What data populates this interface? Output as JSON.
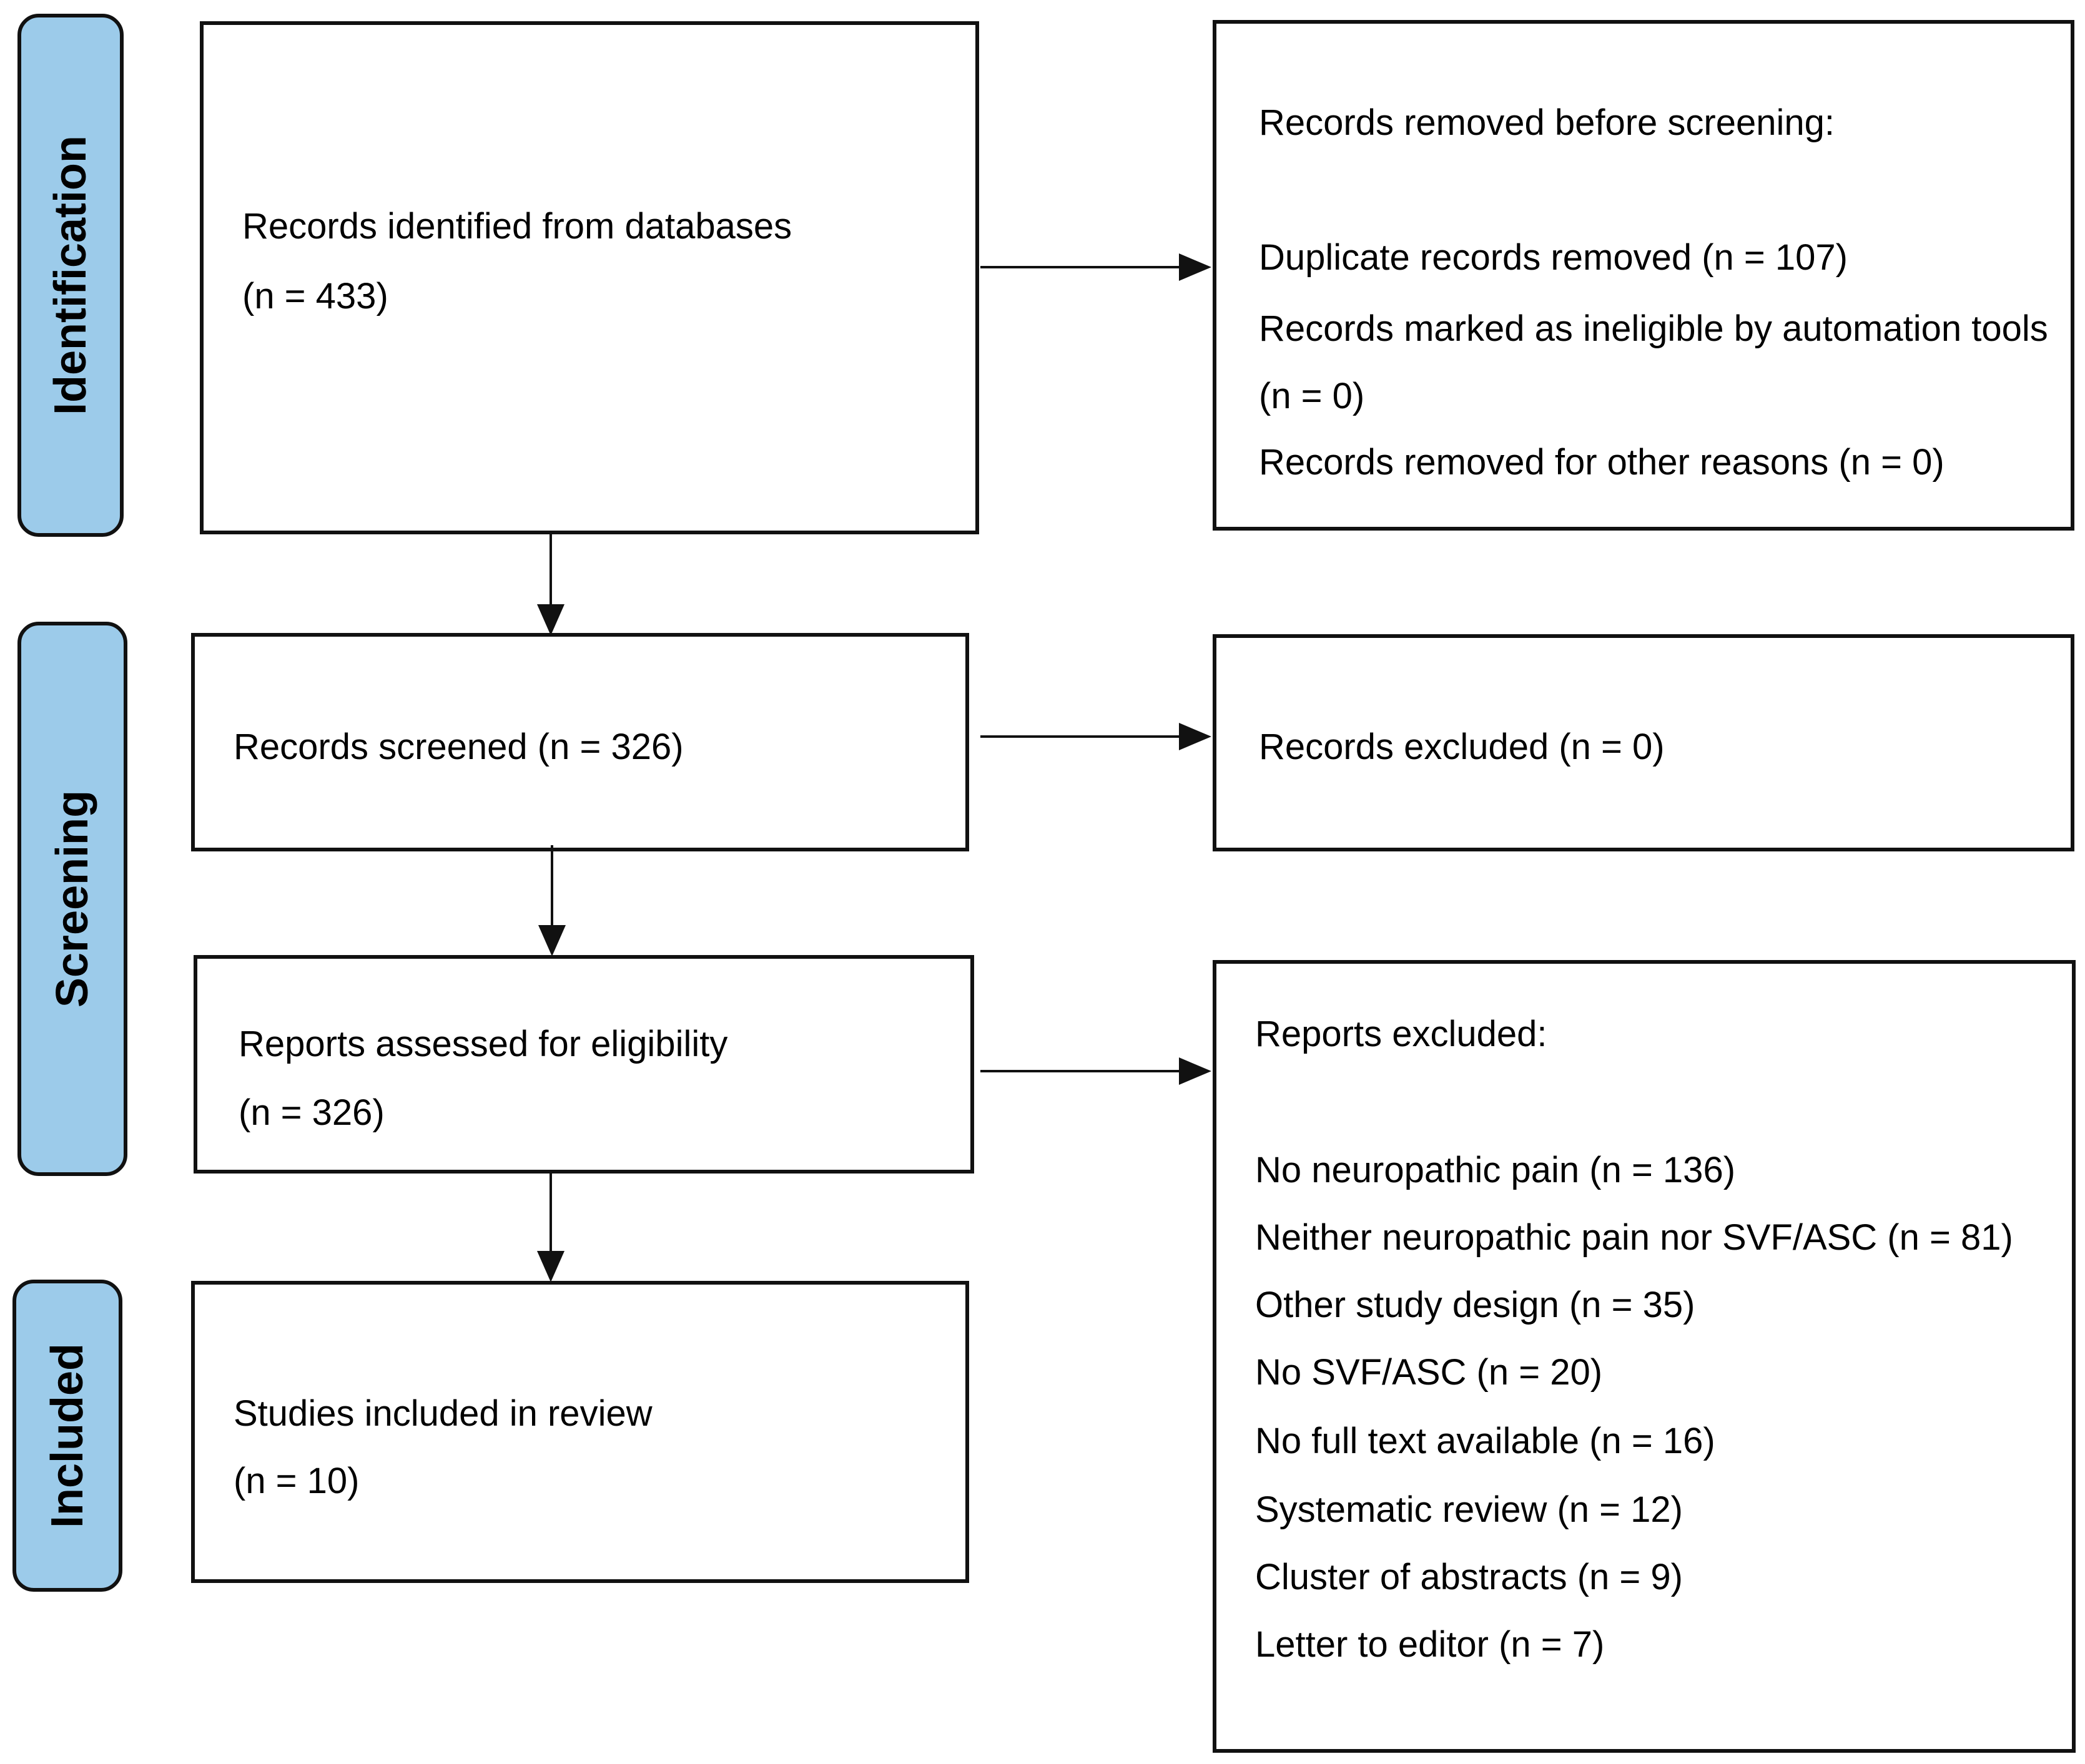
{
  "phases": {
    "identification": "Identification",
    "screening": "Screening",
    "included": "Included"
  },
  "boxes": {
    "identified": {
      "line1": "Records identified from databases",
      "line2": "(n = 433)"
    },
    "removed": {
      "heading": "Records removed before screening:",
      "items": [
        "Duplicate records removed (n = 107)",
        "Records marked as ineligible by automation tools",
        "(n = 0)",
        "Records removed for other reasons (n = 0)"
      ]
    },
    "screened": {
      "line1": "Records screened (n = 326)"
    },
    "excluded": {
      "line1": "Records excluded (n = 0)"
    },
    "assessed": {
      "line1": "Reports assessed for eligibility",
      "line2": "(n = 326)"
    },
    "reports_excluded": {
      "heading": "Reports excluded:",
      "items": [
        "No neuropathic pain (n = 136)",
        "Neither neuropathic pain nor SVF/ASC (n = 81)",
        "Other study design (n = 35)",
        "No SVF/ASC (n = 20)",
        "No full text available (n = 16)",
        "Systematic review (n = 12)",
        "Cluster of abstracts (n = 9)",
        "Letter to editor (n = 7)"
      ]
    },
    "included": {
      "line1": "Studies included in review",
      "line2": "(n = 10)"
    }
  }
}
